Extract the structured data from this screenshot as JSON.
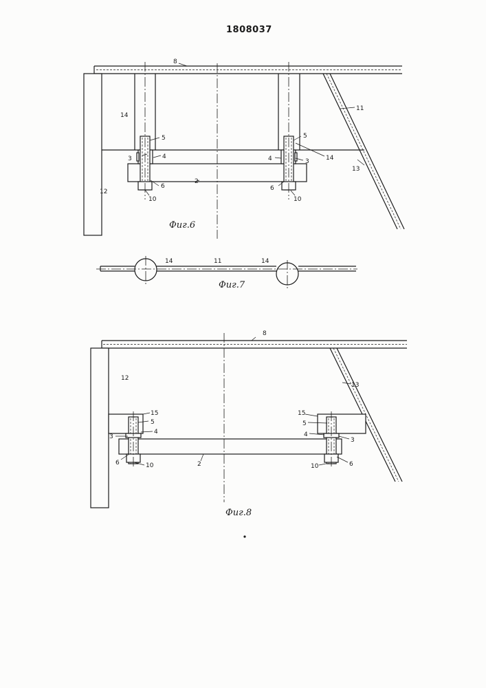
{
  "header": {
    "document_number": "1808037"
  },
  "fig6": {
    "caption": "Фиг.6",
    "labels": {
      "l8": "8",
      "l11": "11",
      "l13": "13",
      "l12": "12",
      "l2": "2",
      "l14_left": "14",
      "l14_right": "14",
      "l5_left": "5",
      "l5_right": "5",
      "l4_left": "4",
      "l4_right": "4",
      "l3_left": "3",
      "l3_right": "3",
      "l6_left": "6",
      "l6_right": "6",
      "l10_left": "10",
      "l10_right": "10"
    }
  },
  "fig7": {
    "caption": "Фиг.7",
    "labels": {
      "l14_left": "14",
      "l11": "11",
      "l14_right": "14"
    }
  },
  "fig8": {
    "caption": "Фиг.8",
    "labels": {
      "l8": "8",
      "l12": "12",
      "l13": "13",
      "l2": "2",
      "l15_left": "15",
      "l15_right": "15",
      "l5_left": "5",
      "l5_right": "5",
      "l4_left": "4",
      "l4_right": "4",
      "l3_left": "3",
      "l3_right": "3",
      "l6_left": "6",
      "l6_right": "6",
      "l10_left": "10",
      "l10_right": "10"
    }
  }
}
